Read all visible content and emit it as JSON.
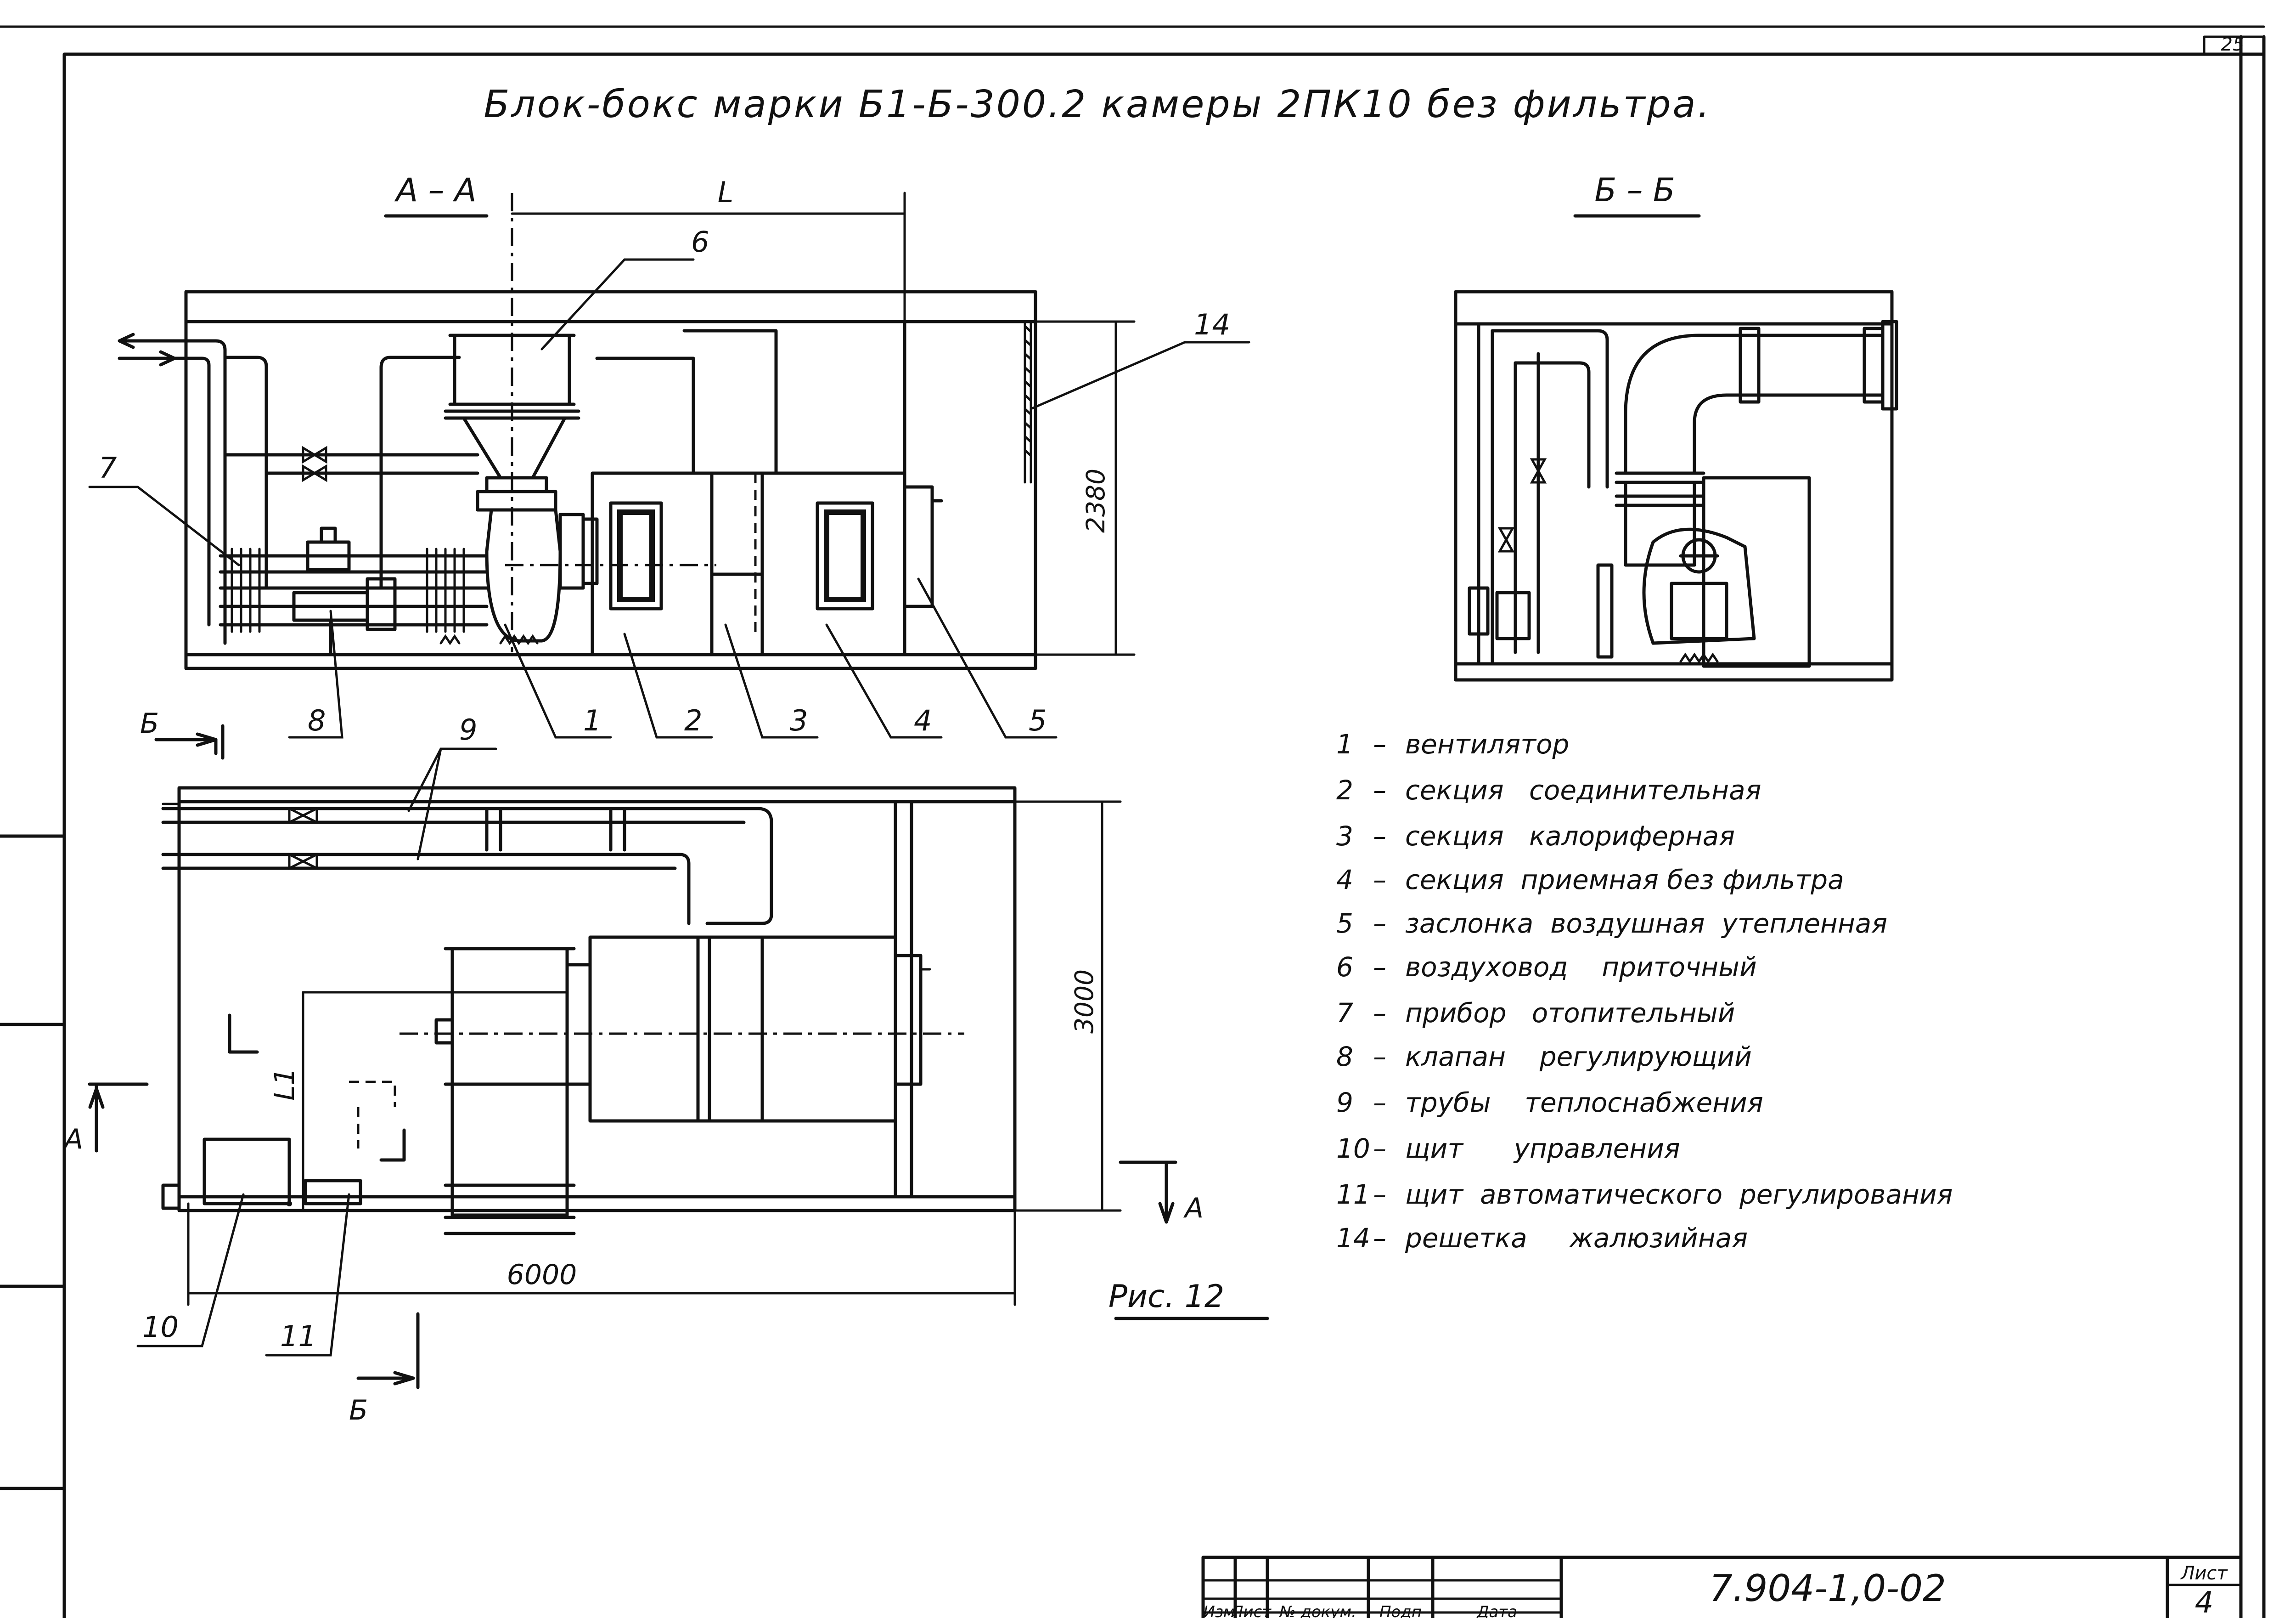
{
  "sheet_number": "25",
  "title": "Блок-бокс марки Б1-Б-300.2 камеры 2ПК10 без фильтра.",
  "sections": {
    "aa": "А – А",
    "bb": "Б – Б"
  },
  "dimensions": {
    "l": "L",
    "l1": "L1",
    "height": "2380",
    "width": "3000",
    "length": "6000"
  },
  "section_marks": {
    "a": "А",
    "b": "Б"
  },
  "callout_numbers": [
    "1",
    "2",
    "3",
    "4",
    "5",
    "6",
    "7",
    "8",
    "9",
    "10",
    "11",
    "14"
  ],
  "legend": [
    {
      "num": "1",
      "dash": "–",
      "text": "вентилятор"
    },
    {
      "num": "2",
      "dash": "–",
      "text": "секция   соединительная"
    },
    {
      "num": "3",
      "dash": "–",
      "text": "секция   калориферная"
    },
    {
      "num": "4",
      "dash": "–",
      "text": "секция  приемная без фильтра"
    },
    {
      "num": "5",
      "dash": "–",
      "text": "заслонка  воздушная  утепленная"
    },
    {
      "num": "6",
      "dash": "–",
      "text": "воздуховод    приточный"
    },
    {
      "num": "7",
      "dash": "–",
      "text": "прибор   отопительный"
    },
    {
      "num": "8",
      "dash": "–",
      "text": "клапан    регулирующий"
    },
    {
      "num": "9",
      "dash": "–",
      "text": "трубы    теплоснабжения"
    },
    {
      "num": "10",
      "dash": "–",
      "text": "щит      управления"
    },
    {
      "num": "11",
      "dash": "–",
      "text": "щит  автоматического  регулирования"
    },
    {
      "num": "14",
      "dash": "–",
      "text": "решетка     жалюзийная"
    }
  ],
  "figure_caption": "Рис. 12",
  "title_block": {
    "document_code": "7.904-1,0-02",
    "sheet_label": "Лист",
    "sheet_value": "4",
    "columns": [
      "Изм",
      "Лист",
      "№ докум.",
      "Подп",
      "Дата"
    ]
  }
}
